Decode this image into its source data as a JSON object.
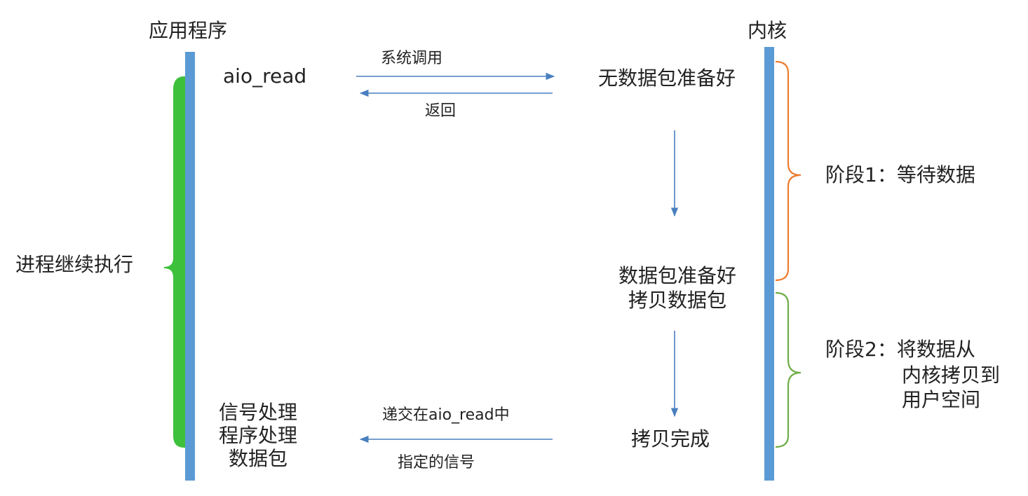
{
  "headers": {
    "application": "应用程序",
    "kernel": "内核"
  },
  "app_side": {
    "call": "aio_read",
    "continue": "进程继续执行",
    "handler": "信号处理\n程序处理\n数据包"
  },
  "arrows": {
    "syscall": "系统调用",
    "return": "返回",
    "deliver_line1": "递交在aio_read中",
    "deliver_line2": "指定的信号"
  },
  "kernel_side": {
    "no_data": "无数据包准备好",
    "ready_copy": "数据包准备好\n拷贝数据包",
    "copy_done": "拷贝完成"
  },
  "stages": {
    "stage1": "阶段1：等待数据",
    "stage2_line1": "阶段2：将数据从",
    "stage2_line2": "内核拷贝到\n用户空间"
  },
  "colors": {
    "timeline": "#5b9bd5",
    "arrow": "#4a7fbf",
    "app_brace": "#3dc13c",
    "stage1_brace": "#ed7d31",
    "stage2_brace": "#70ad47"
  }
}
